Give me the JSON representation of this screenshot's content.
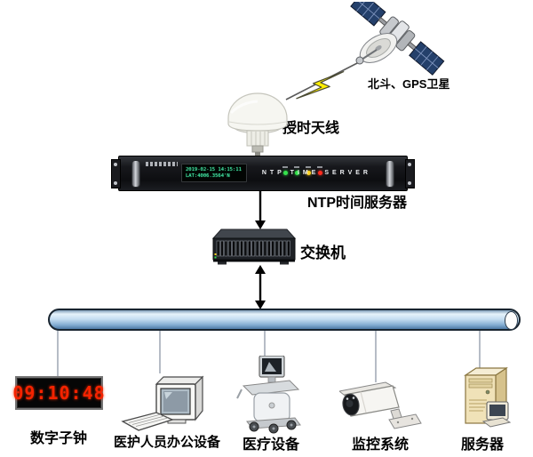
{
  "satellite": {
    "label": "北斗、GPS卫星"
  },
  "antenna": {
    "label": "授时天线"
  },
  "ntp_server": {
    "label": "NTP时间服务器",
    "display_line1": "2019-02-15 14:15:11",
    "display_line2": "LAT:4006.3564'N",
    "face_text": "NTP TIME SERVER"
  },
  "switch": {
    "label": "交换机"
  },
  "devices": [
    {
      "label": "数字子钟",
      "time": "09:10:48"
    },
    {
      "label": "医护人员办公设备"
    },
    {
      "label": "医疗设备"
    },
    {
      "label": "监控系统"
    },
    {
      "label": "服务器"
    }
  ],
  "colors": {
    "led_green": "#35e24c",
    "led_yellow": "#ffd21e",
    "led_red": "#ff2b1e",
    "bolt_yellow": "#ffee00",
    "clock_red": "#f52300",
    "bus_dark": "#4e7aa7"
  }
}
